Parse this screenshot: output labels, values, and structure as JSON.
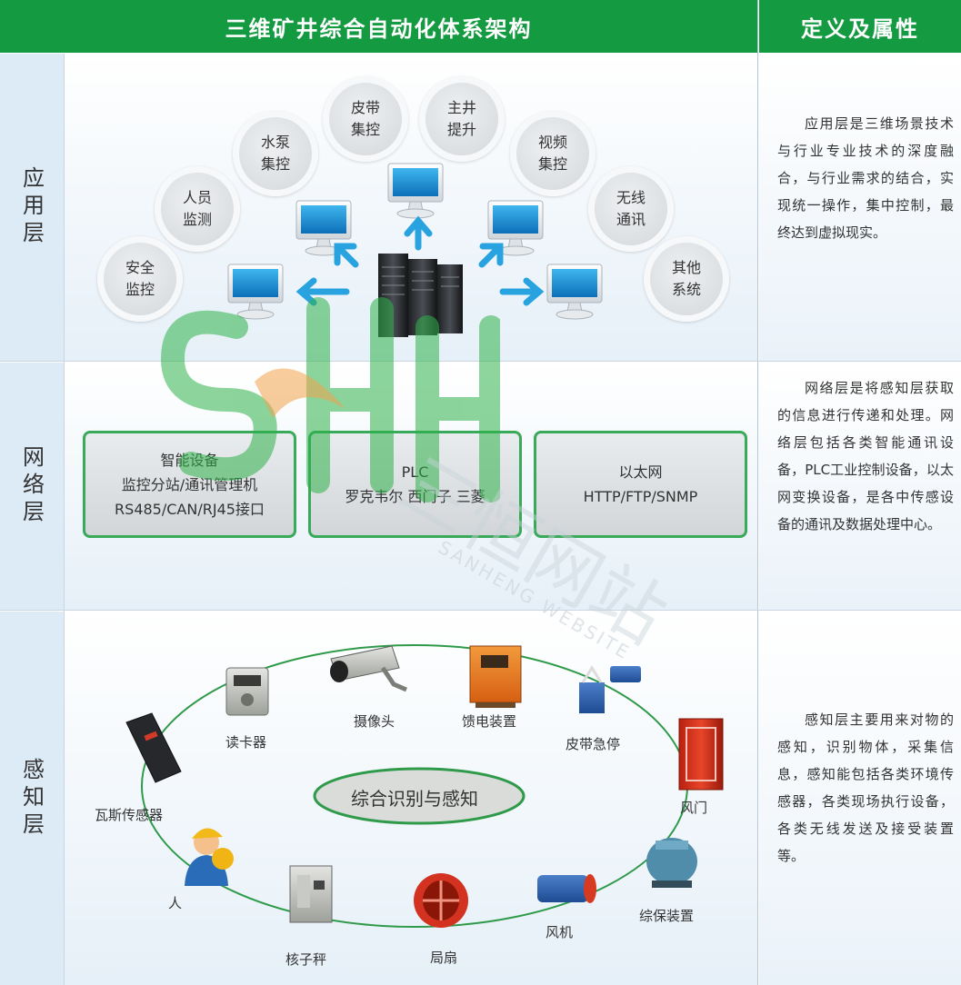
{
  "header": {
    "title": "三维矿井综合自动化体系架构",
    "side_title": "定义及属性"
  },
  "layers": {
    "application": {
      "label": "应用层",
      "description": "应用层是三维场景技术与行业专业技术的深度融合，与行业需求的结合，实现统一操作，集中控制，最终达到虚拟现实。",
      "systems": [
        "安全\n监控",
        "人员\n监测",
        "水泵\n集控",
        "皮带\n集控",
        "主井\n提升",
        "视频\n集控",
        "无线\n通讯",
        "其他\n系统"
      ]
    },
    "network": {
      "label": "网络层",
      "description": "网络层是将感知层获取的信息进行传递和处理。网络层包括各类智能通讯设备，PLC工业控制设备，以太网变换设备，是各中传感设备的通讯及数据处理中心。",
      "boxes": [
        {
          "lines": [
            "智能设备",
            "监控分站/通讯管理机",
            "RS485/CAN/RJ45接口"
          ]
        },
        {
          "lines": [
            "PLC",
            "罗克韦尔 西门子 三菱"
          ]
        },
        {
          "lines": [
            "以太网",
            "HTTP/FTP/SNMP"
          ]
        }
      ]
    },
    "perception": {
      "label": "感知层",
      "description": "感知层主要用来对物的感知，识别物体，采集信息，感知能包括各类环境传感器，各类现场执行设备，各类无线发送及接受装置等。",
      "center_label": "综合识别与感知",
      "devices": [
        "读卡器",
        "摄像头",
        "馈电装置",
        "皮带急停",
        "瓦斯传感器",
        "风门",
        "人",
        "核子秤",
        "局扇",
        "风机",
        "综保装置"
      ]
    }
  },
  "watermark": {
    "logo": "SHH",
    "cn": "三恒网站",
    "en": "SANHENG WEBSITE"
  },
  "colors": {
    "header_green": "#149a41",
    "arrow_blue": "#29a3e0",
    "box_border": "#39a95a",
    "ellipse_border": "#2f9a4a"
  }
}
